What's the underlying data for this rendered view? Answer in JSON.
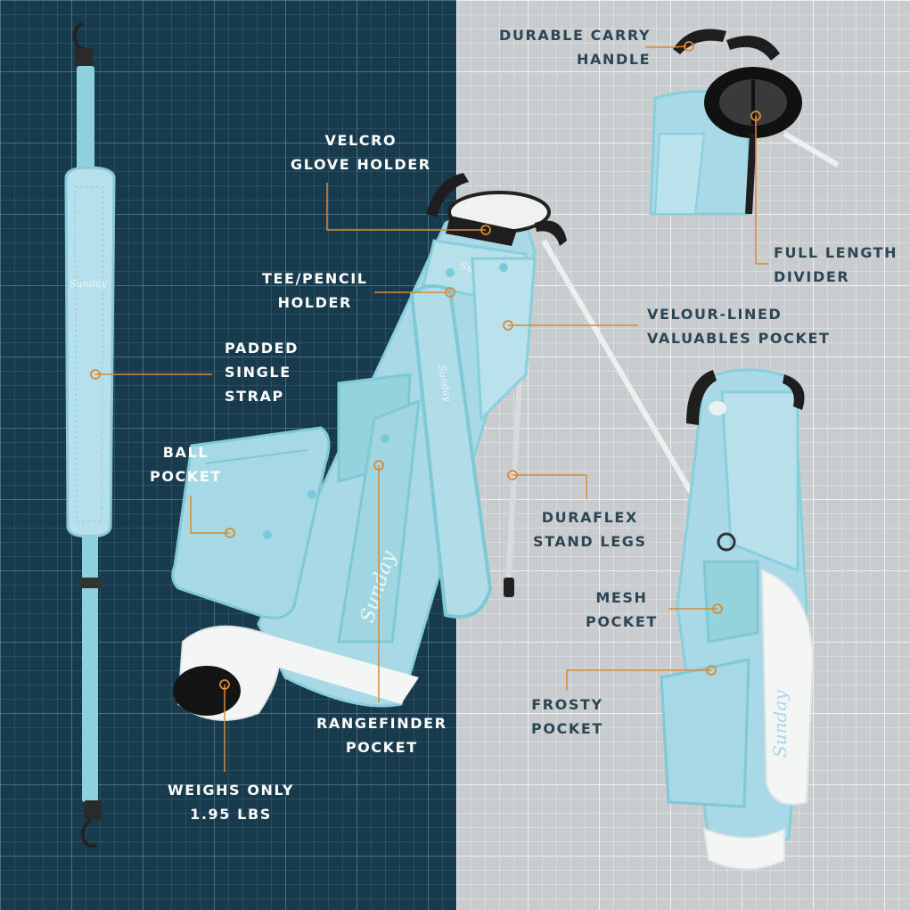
{
  "colors": {
    "left_panel": "#173a4c",
    "right_panel": "#c9ccce",
    "callout_line": "#d98a32",
    "bag_body": "#a9d8e6",
    "bag_trim": "#88cfdb",
    "bag_white": "#f4f6f5",
    "handle": "#1e1e1e"
  },
  "brand": {
    "logo_text": "Sunday"
  },
  "callouts": {
    "carry_handle": "DURABLE CARRY\nHANDLE",
    "glove_holder": "VELCRO\nGLOVE HOLDER",
    "tee_holder": "TEE/PENCIL\nHOLDER",
    "divider": "FULL LENGTH\nDIVIDER",
    "valuables_pocket": "VELOUR-LINED\nVALUABLES POCKET",
    "strap": "PADDED\nSINGLE\nSTRAP",
    "ball_pocket": "BALL\nPOCKET",
    "stand_legs": "DURAFLEX\nSTAND LEGS",
    "mesh_pocket": "MESH\nPOCKET",
    "rangefinder_pocket": "RANGEFINDER\nPOCKET",
    "frosty_pocket": "FROSTY\nPOCKET",
    "weight": "WEIGHS ONLY\n1.95 LBS"
  }
}
